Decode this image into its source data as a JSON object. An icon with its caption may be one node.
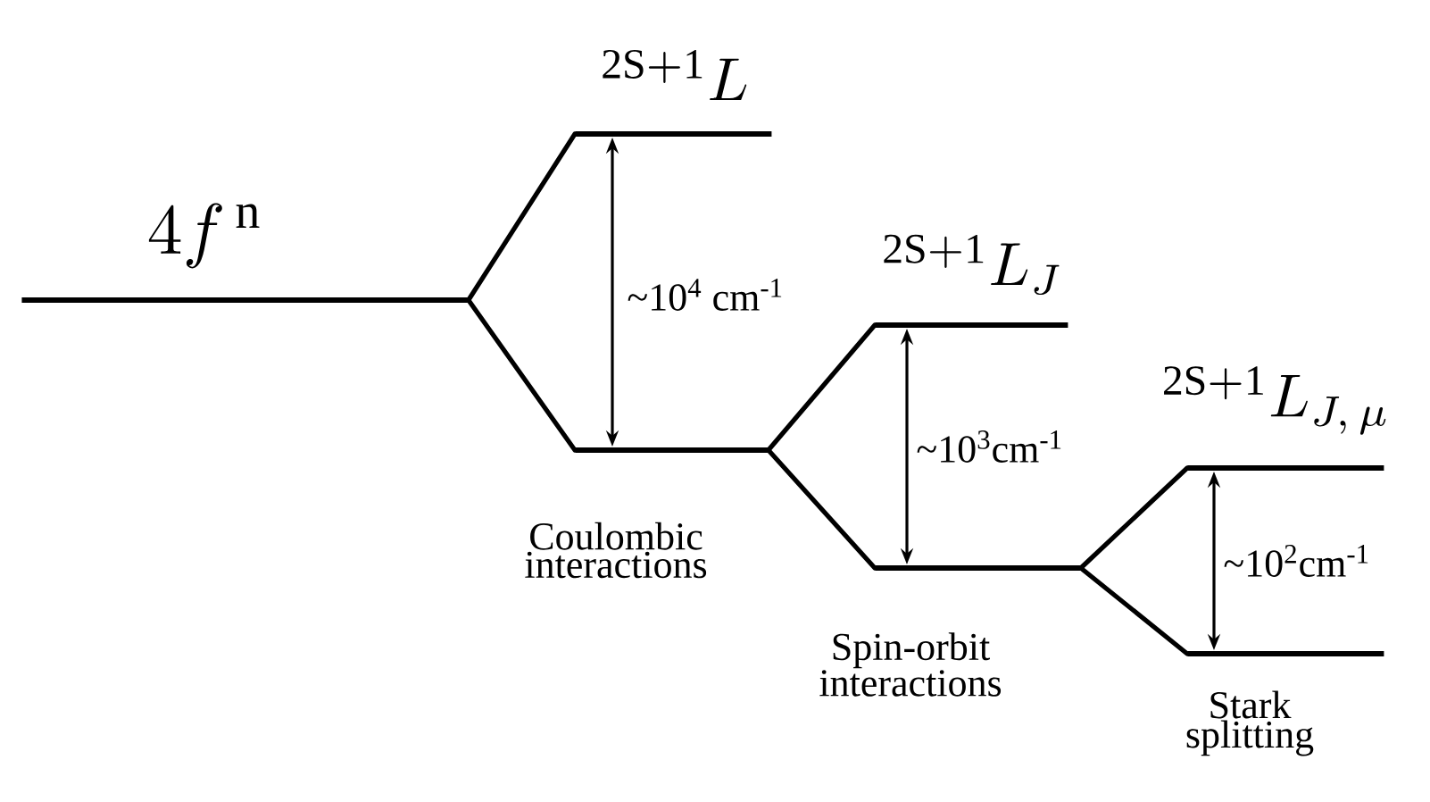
{
  "diagram": {
    "nodes": [
      {
        "text": [
          "4f^{\\,\\mathrm{n}}"
        ]
      },
      {
        "text": [
          "^{\\mathrm{2S+1}}L"
        ]
      },
      {
        "text": [],
        "shape": "bar",
        "beside": [
          "Coulombic interactions"
        ]
      },
      {
        "text": [
          "^{\\mathrm{2S+1}}L_{J}"
        ]
      },
      {
        "text": [],
        "shape": "bar",
        "beside": [
          "Spin-orbit interactions"
        ]
      },
      {
        "text": [
          "^{\\mathrm{2S+1}}L_{J,\\,\\mu}"
        ]
      },
      {
        "text": [],
        "shape": "bar",
        "beside": [
          "Stark splitting"
        ]
      }
    ],
    "edges": [
      {
        "from": 0,
        "to": 1,
        "arrow": "none"
      },
      {
        "from": 0,
        "to": 2,
        "arrow": "none"
      },
      {
        "from": 2,
        "to": 3,
        "arrow": "none"
      },
      {
        "from": 2,
        "to": 4,
        "arrow": "none"
      },
      {
        "from": 4,
        "to": 5,
        "arrow": "none"
      },
      {
        "from": 4,
        "to": 6,
        "arrow": "none"
      },
      {
        "from": 1,
        "to": 2,
        "arrow": "both",
        "label": "~10$^{4}$ cm$^{-1}$"
      },
      {
        "from": 3,
        "to": 4,
        "arrow": "both",
        "label": "~10$^{3}$cm$^{-1}$"
      },
      {
        "from": 5,
        "to": 6,
        "arrow": "both",
        "label": "~10$^{2}$cm$^{-1}$"
      }
    ]
  }
}
